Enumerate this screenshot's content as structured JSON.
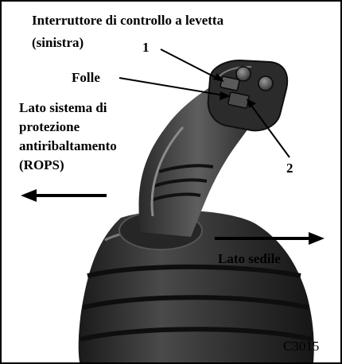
{
  "labels": {
    "title_line1": "Interruttore di controllo a levetta",
    "title_line2": "(sinistra)",
    "callout_1": "1",
    "callout_2": "2",
    "folle": "Folle",
    "rops_line1": "Lato sistema di",
    "rops_line2": "protezione",
    "rops_line3": "antiribaltamento",
    "rops_line4": "(ROPS)",
    "seat_side": "Lato sedile",
    "figure_code": "C3015"
  },
  "colors": {
    "frame": "#000000",
    "text": "#000000",
    "joystick_dark": "#1c1c1c",
    "joystick_mid": "#3a3a3a",
    "joystick_light": "#6a6a6a",
    "background": "#ffffff"
  }
}
